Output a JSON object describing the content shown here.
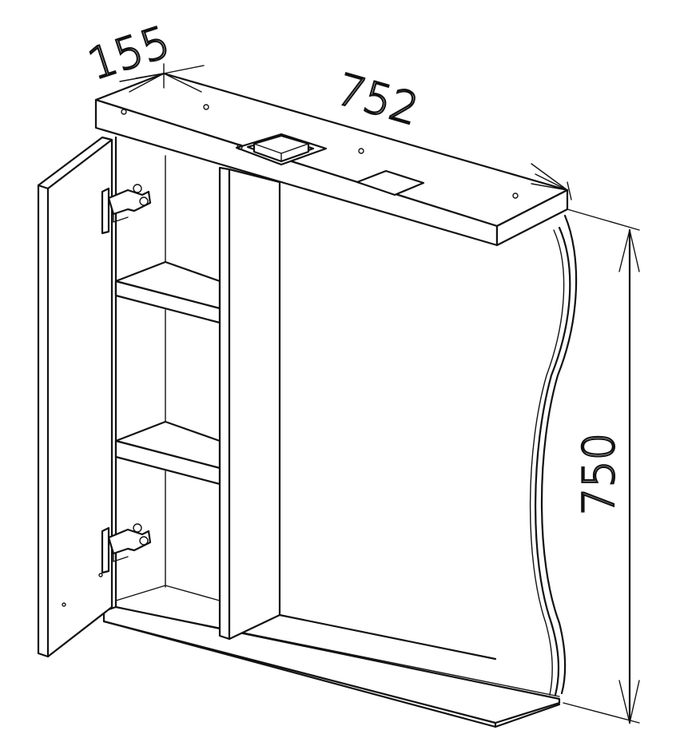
{
  "dimensions": {
    "depth": "155",
    "width": "752",
    "height": "750"
  },
  "colors": {
    "line": "#111111",
    "background": "#ffffff"
  },
  "icons": [
    "hinge-icon",
    "lamp-icon",
    "socket-icon",
    "arrow-icon"
  ]
}
